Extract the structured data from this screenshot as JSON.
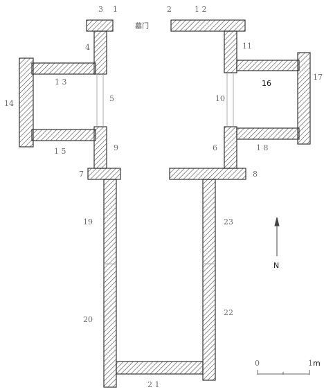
{
  "plan": {
    "labels": {
      "l1": "1",
      "l2": "2",
      "l3": "3",
      "l4": "4",
      "l5": "5",
      "l6": "6",
      "l7": "7",
      "l8": "8",
      "l9": "9",
      "l10": "10",
      "l11": "11",
      "l12": "1 2",
      "l13": "1 3",
      "l14": "14",
      "l15": "1 5",
      "l16": "16",
      "l17": "17",
      "l18": "1 8",
      "l19": "19",
      "l20": "20",
      "l21": "2 1",
      "l22": "22",
      "l23": "23"
    },
    "gate_text": "墓门",
    "north_label": "N",
    "scale": {
      "zero": "0",
      "one": "1",
      "unit": "m"
    }
  },
  "colors": {
    "wall_stroke": "#333333",
    "hatch": "#555555",
    "label": "#6b6b6b"
  }
}
